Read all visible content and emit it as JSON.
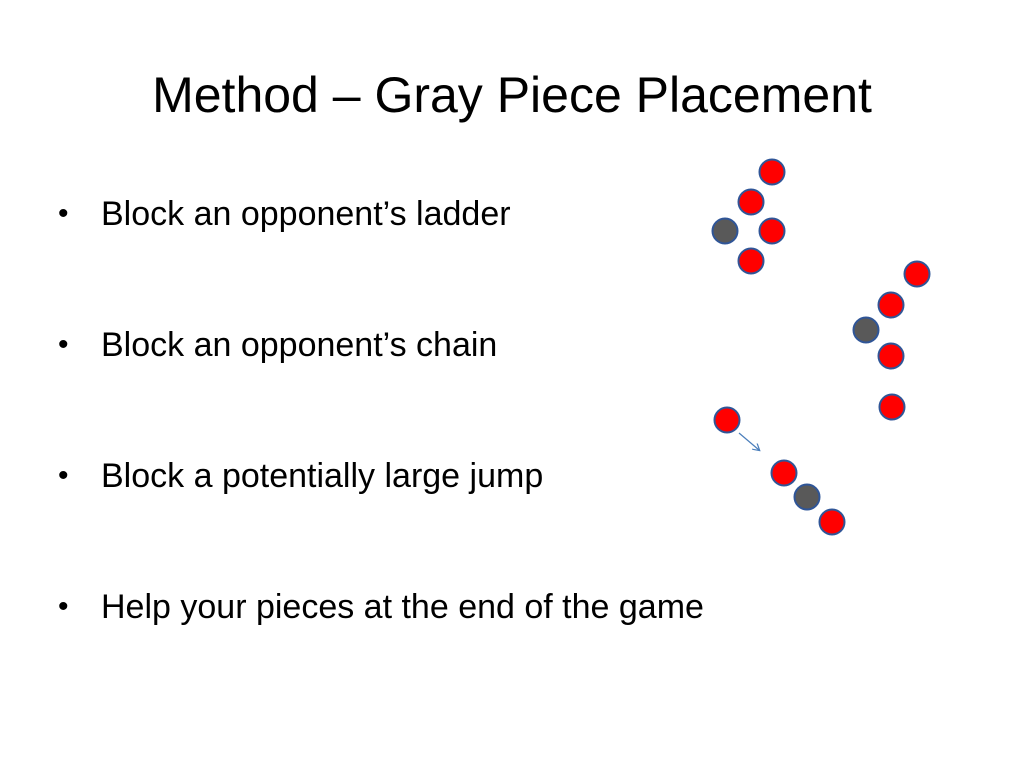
{
  "slide": {
    "title": "Method – Gray Piece Placement",
    "bullet_glyph": "•",
    "bullets": [
      "Block an opponent’s ladder",
      "Block an opponent’s chain",
      "Block a potentially large jump",
      "Help your pieces at the end of the game"
    ]
  },
  "colors": {
    "red_piece": "#ff0000",
    "gray_piece": "#595959",
    "piece_outline": "#2f5597",
    "arrow": "#4a7ebb"
  },
  "diagrams": [
    {
      "name": "ladder-example",
      "pieces": [
        {
          "color": "red"
        },
        {
          "color": "red"
        },
        {
          "color": "gray"
        },
        {
          "color": "red"
        },
        {
          "color": "red"
        }
      ]
    },
    {
      "name": "chain-example",
      "pieces": [
        {
          "color": "red"
        },
        {
          "color": "red"
        },
        {
          "color": "gray"
        },
        {
          "color": "red"
        },
        {
          "color": "red"
        }
      ]
    },
    {
      "name": "jump-example",
      "pieces": [
        {
          "color": "red"
        },
        {
          "color": "red"
        },
        {
          "color": "gray"
        },
        {
          "color": "red"
        }
      ]
    }
  ]
}
